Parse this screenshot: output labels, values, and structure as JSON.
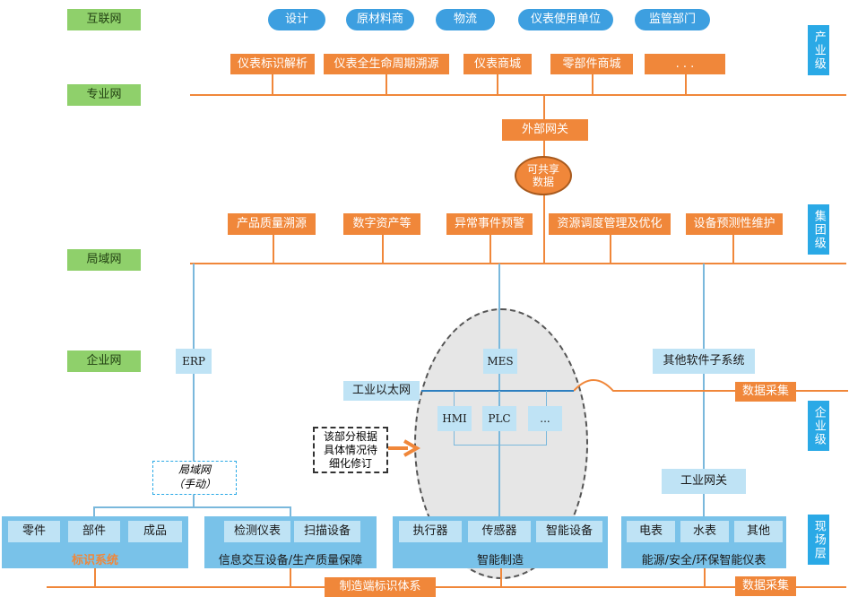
{
  "network_labels": {
    "internet": "互联网",
    "professional": "专业网",
    "lan": "局域网",
    "enterprise": "企业网"
  },
  "top_pills": [
    "设计",
    "原材料商",
    "物流",
    "仪表使用单位",
    "监管部门"
  ],
  "pro_apps": [
    "仪表标识解析",
    "仪表全生命周期溯源",
    "仪表商城",
    "零部件商城",
    ". . ."
  ],
  "gateway_external": "外部网关",
  "shared_data": "可共享\n数据",
  "group_apps": [
    "产品质量溯源",
    "数字资产等",
    "异常事件预警",
    "资源调度管理及优化",
    "设备预测性维护"
  ],
  "tiers": {
    "industry": "产业级",
    "group": "集团级",
    "enterprise": "企业级",
    "field": "现场层"
  },
  "enterprise_systems": {
    "erp": "ERP",
    "mes": "MES",
    "other_software": "其他软件子系统"
  },
  "ethernet": "工业以太网",
  "data_collection": "数据采集",
  "control": [
    "HMI",
    "PLC",
    "..."
  ],
  "note": "该部分根据\n具体情况待\n细化修订",
  "lan_manual": "局域网\n（手动）",
  "industrial_gateway": "工业网关",
  "panels": {
    "identification": {
      "items": [
        "零件",
        "部件",
        "成品"
      ],
      "label": "标识系统"
    },
    "info_exchange": {
      "items": [
        "检测仪表",
        "扫描设备"
      ],
      "label": "信息交互设备/生产质量保障"
    },
    "smart_mfg": {
      "items": [
        "执行器",
        "传感器",
        "智能设备"
      ],
      "label": "智能制造"
    },
    "energy": {
      "items": [
        "电表",
        "水表",
        "其他"
      ],
      "label": "能源/安全/环保智能仪表"
    }
  },
  "manufacturing_id_system": "制造端标识体系",
  "data_collection_bottom": "数据采集",
  "colors": {
    "orange": "#f0873a",
    "green": "#8fd06b",
    "blue": "#3d9fe0",
    "light_blue": "#bfe3f5",
    "id_label": "#f0873a"
  }
}
